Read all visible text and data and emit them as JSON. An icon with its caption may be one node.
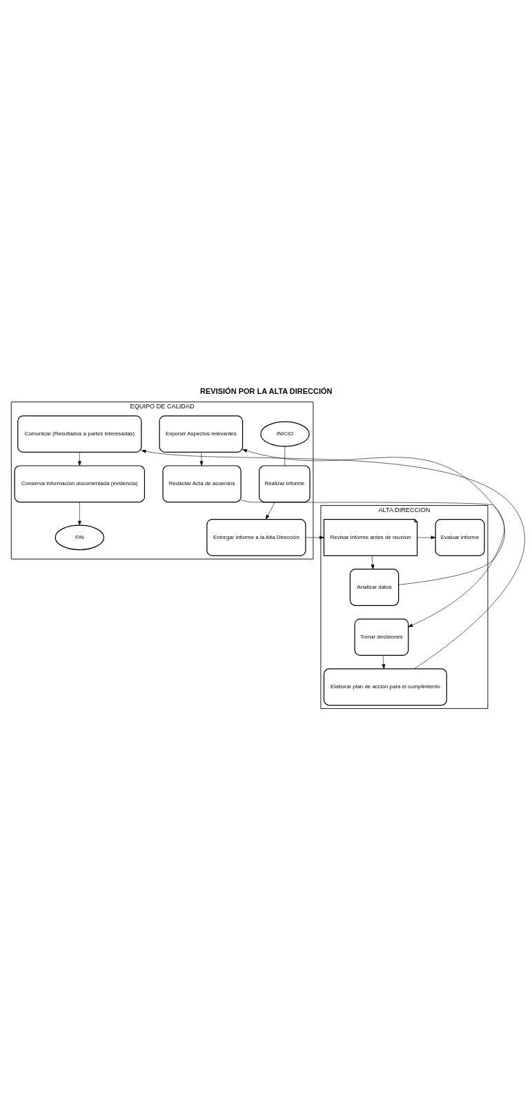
{
  "diagram": {
    "title": "REVISIÓN POR LA ALTA DIRECCIÓN",
    "nodes": [
      {
        "text": [
          "EQUIPO DE CALIDAD"
        ]
      },
      {
        "text": [
          "ALTA DIRECCION"
        ]
      },
      {
        "text": [
          "INICIO"
        ],
        "in": 0
      },
      {
        "text": [
          "Realizar informe"
        ],
        "in": 0
      },
      {
        "text": [
          "Entregar informe a la Alta Dirección"
        ],
        "in": 0
      },
      {
        "text": [
          "Revisar informe antes de reunion"
        ],
        "in": 1
      },
      {
        "text": [
          "Evaluar informe"
        ],
        "in": 1
      },
      {
        "text": [
          "Analizar datos"
        ],
        "in": 1
      },
      {
        "text": [
          "Exponer Aspectos relevantes"
        ],
        "in": 0
      },
      {
        "text": [
          "Redactar Acta de acuerdos"
        ],
        "in": 0
      },
      {
        "text": [
          "Tomar decisiones"
        ],
        "in": 1
      },
      {
        "text": [
          "Elaborar plan de acción para el cumplimiento"
        ],
        "in": 1
      },
      {
        "text": [
          "Comunicar (Resultados a partes interesadas)"
        ],
        "in": 0
      },
      {
        "text": [
          "Conserva información documentada (evidencia)"
        ],
        "in": 0
      },
      {
        "text": [
          "FIN"
        ],
        "in": 0
      }
    ],
    "edges": [
      {
        "from": 2,
        "to": 3,
        "arrow": "none"
      },
      {
        "from": 3,
        "to": 4,
        "arrow": "to"
      },
      {
        "from": 4,
        "to": 5,
        "arrow": "to"
      },
      {
        "from": 5,
        "to": 6,
        "arrow": "to"
      },
      {
        "from": 5,
        "to": 7,
        "arrow": "to"
      },
      {
        "from": 7,
        "to": 8,
        "arrow": "to"
      },
      {
        "from": 8,
        "to": 9,
        "arrow": "to"
      },
      {
        "from": 9,
        "to": 10,
        "arrow": "to"
      },
      {
        "from": 10,
        "to": 11,
        "arrow": "to"
      },
      {
        "from": 11,
        "to": 12,
        "arrow": "to"
      },
      {
        "from": 12,
        "to": 13,
        "arrow": "to"
      },
      {
        "from": 13,
        "to": 14,
        "arrow": "to"
      }
    ]
  }
}
